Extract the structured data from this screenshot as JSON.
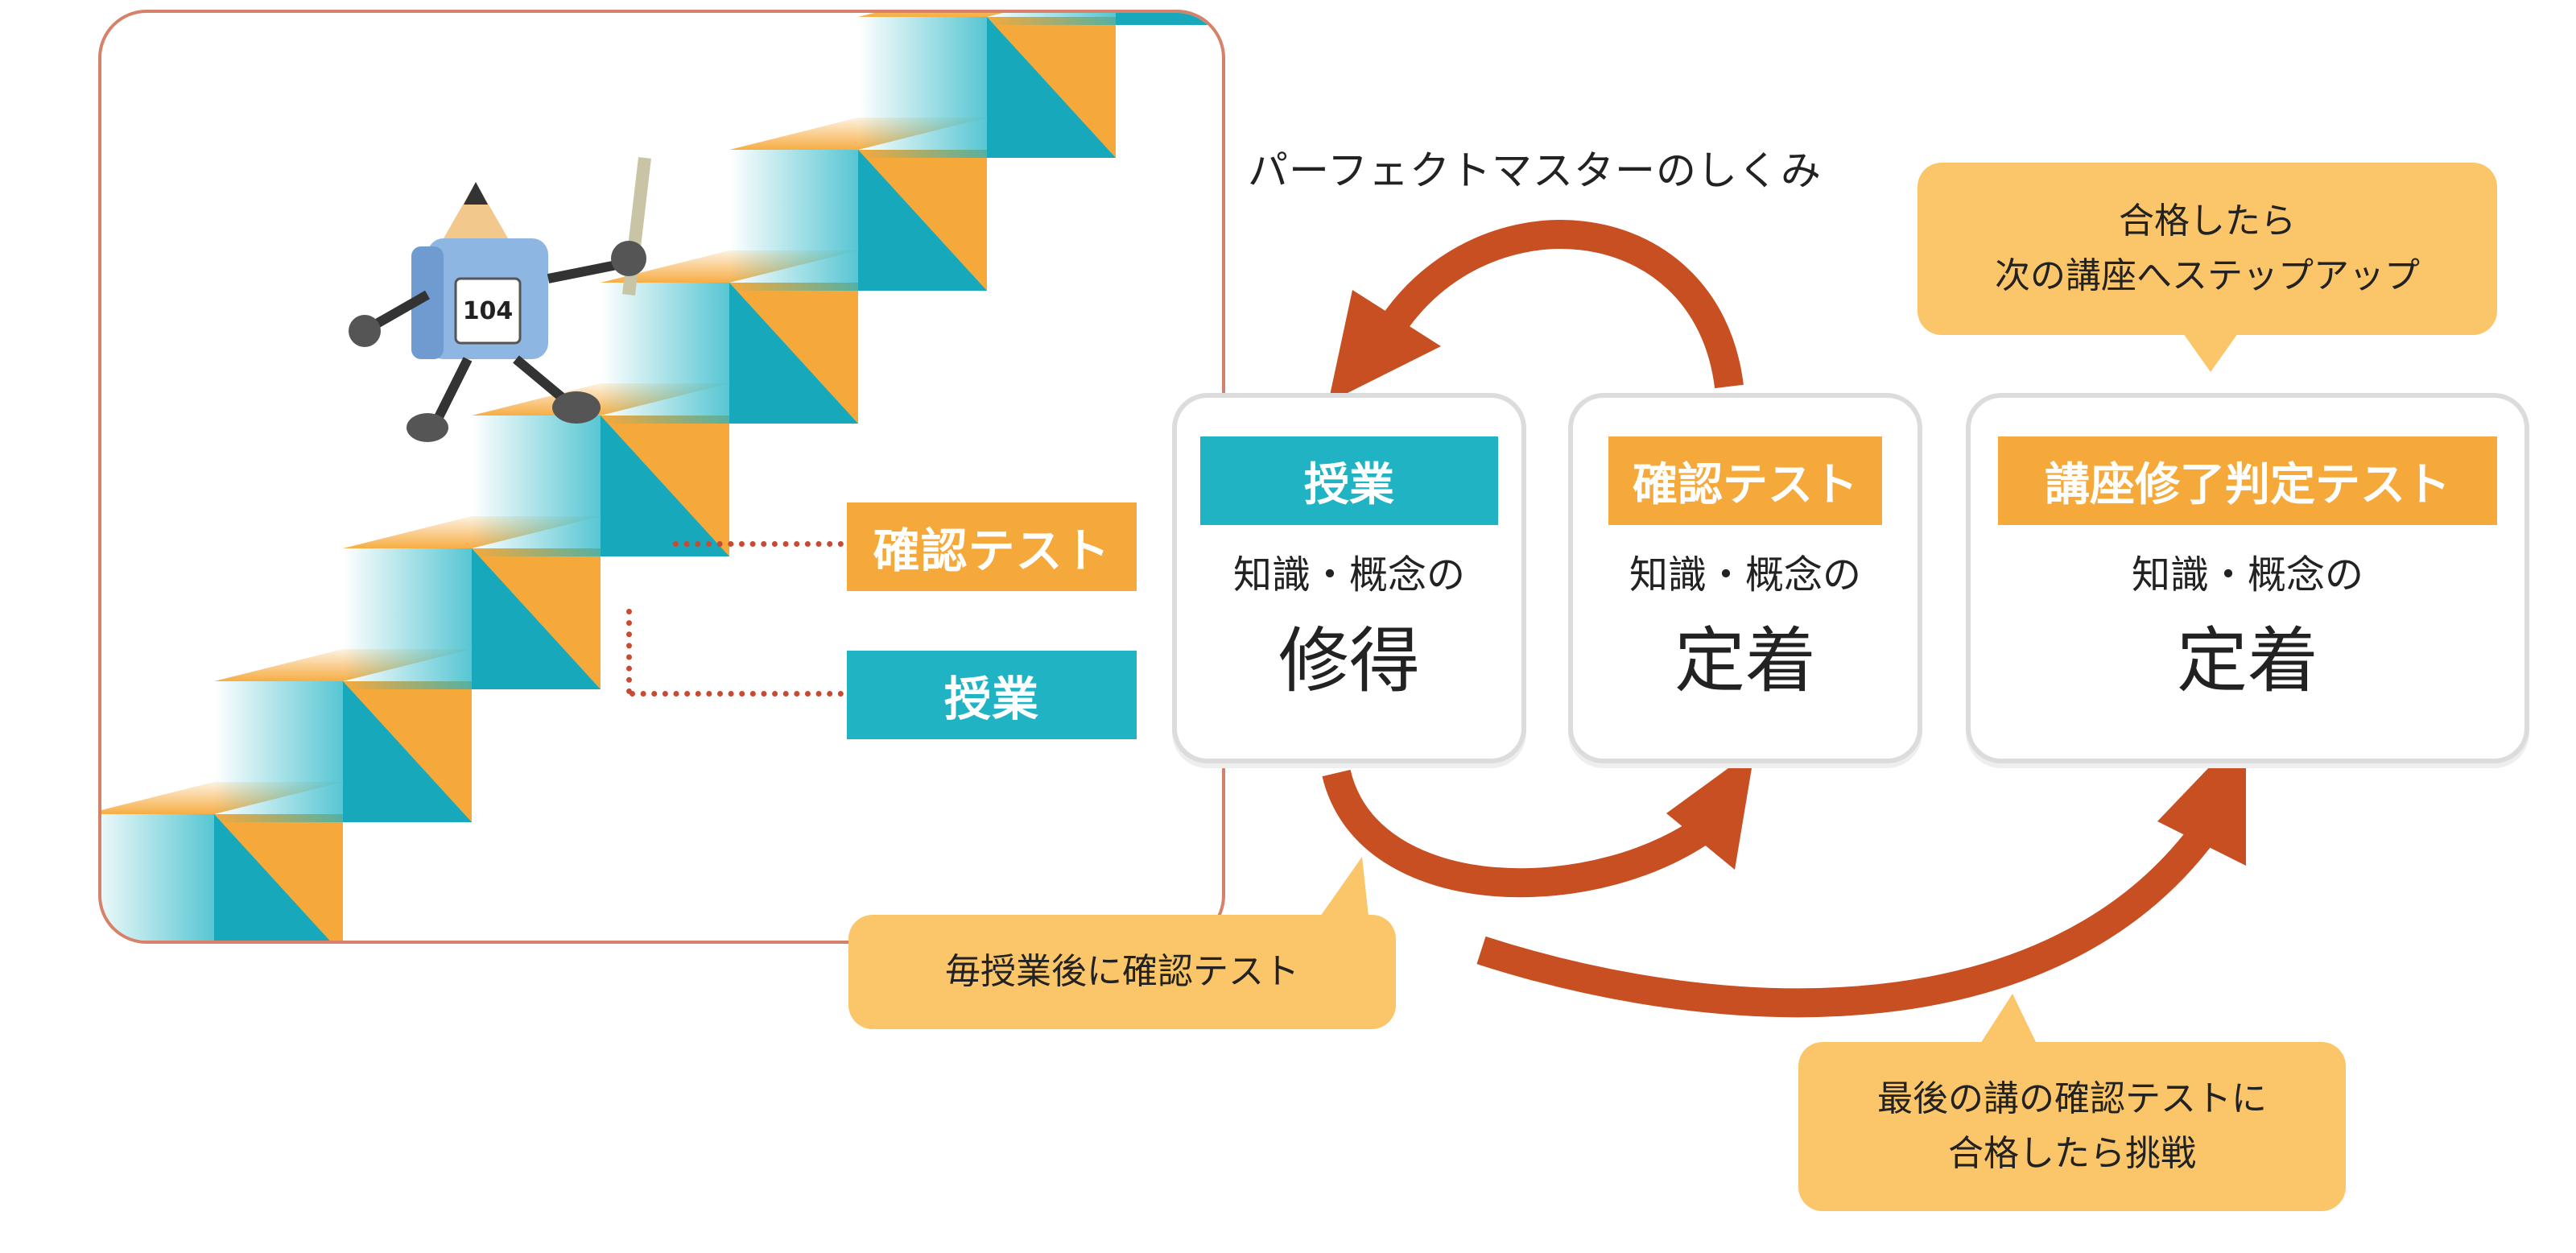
{
  "title": "パーフェクトマスターのしくみ",
  "staircase": {
    "test_label": "確認テスト",
    "lesson_label": "授業",
    "bib_number": "104"
  },
  "cards": {
    "lesson": {
      "head": "授業",
      "sub": "知識・概念の",
      "main": "修得"
    },
    "test": {
      "head": "確認テスト",
      "sub": "知識・概念の",
      "main": "定着"
    },
    "final": {
      "head": "講座修了判定テスト",
      "sub": "知識・概念の",
      "main": "定着"
    }
  },
  "callouts": {
    "pass_line1": "合格したら",
    "pass_line2": "次の講座へステップアップ",
    "each_lesson": "毎授業後に確認テスト",
    "last_line1": "最後の講の確認テストに",
    "last_line2": "合格したら挑戦"
  },
  "colors": {
    "teal": "#1fb3c4",
    "orange": "#f6a93b",
    "callout": "#fbc56a",
    "arrow": "#c84f22",
    "frame": "#d6826a"
  },
  "icons": {
    "mascot": "pencil-runner-icon"
  }
}
